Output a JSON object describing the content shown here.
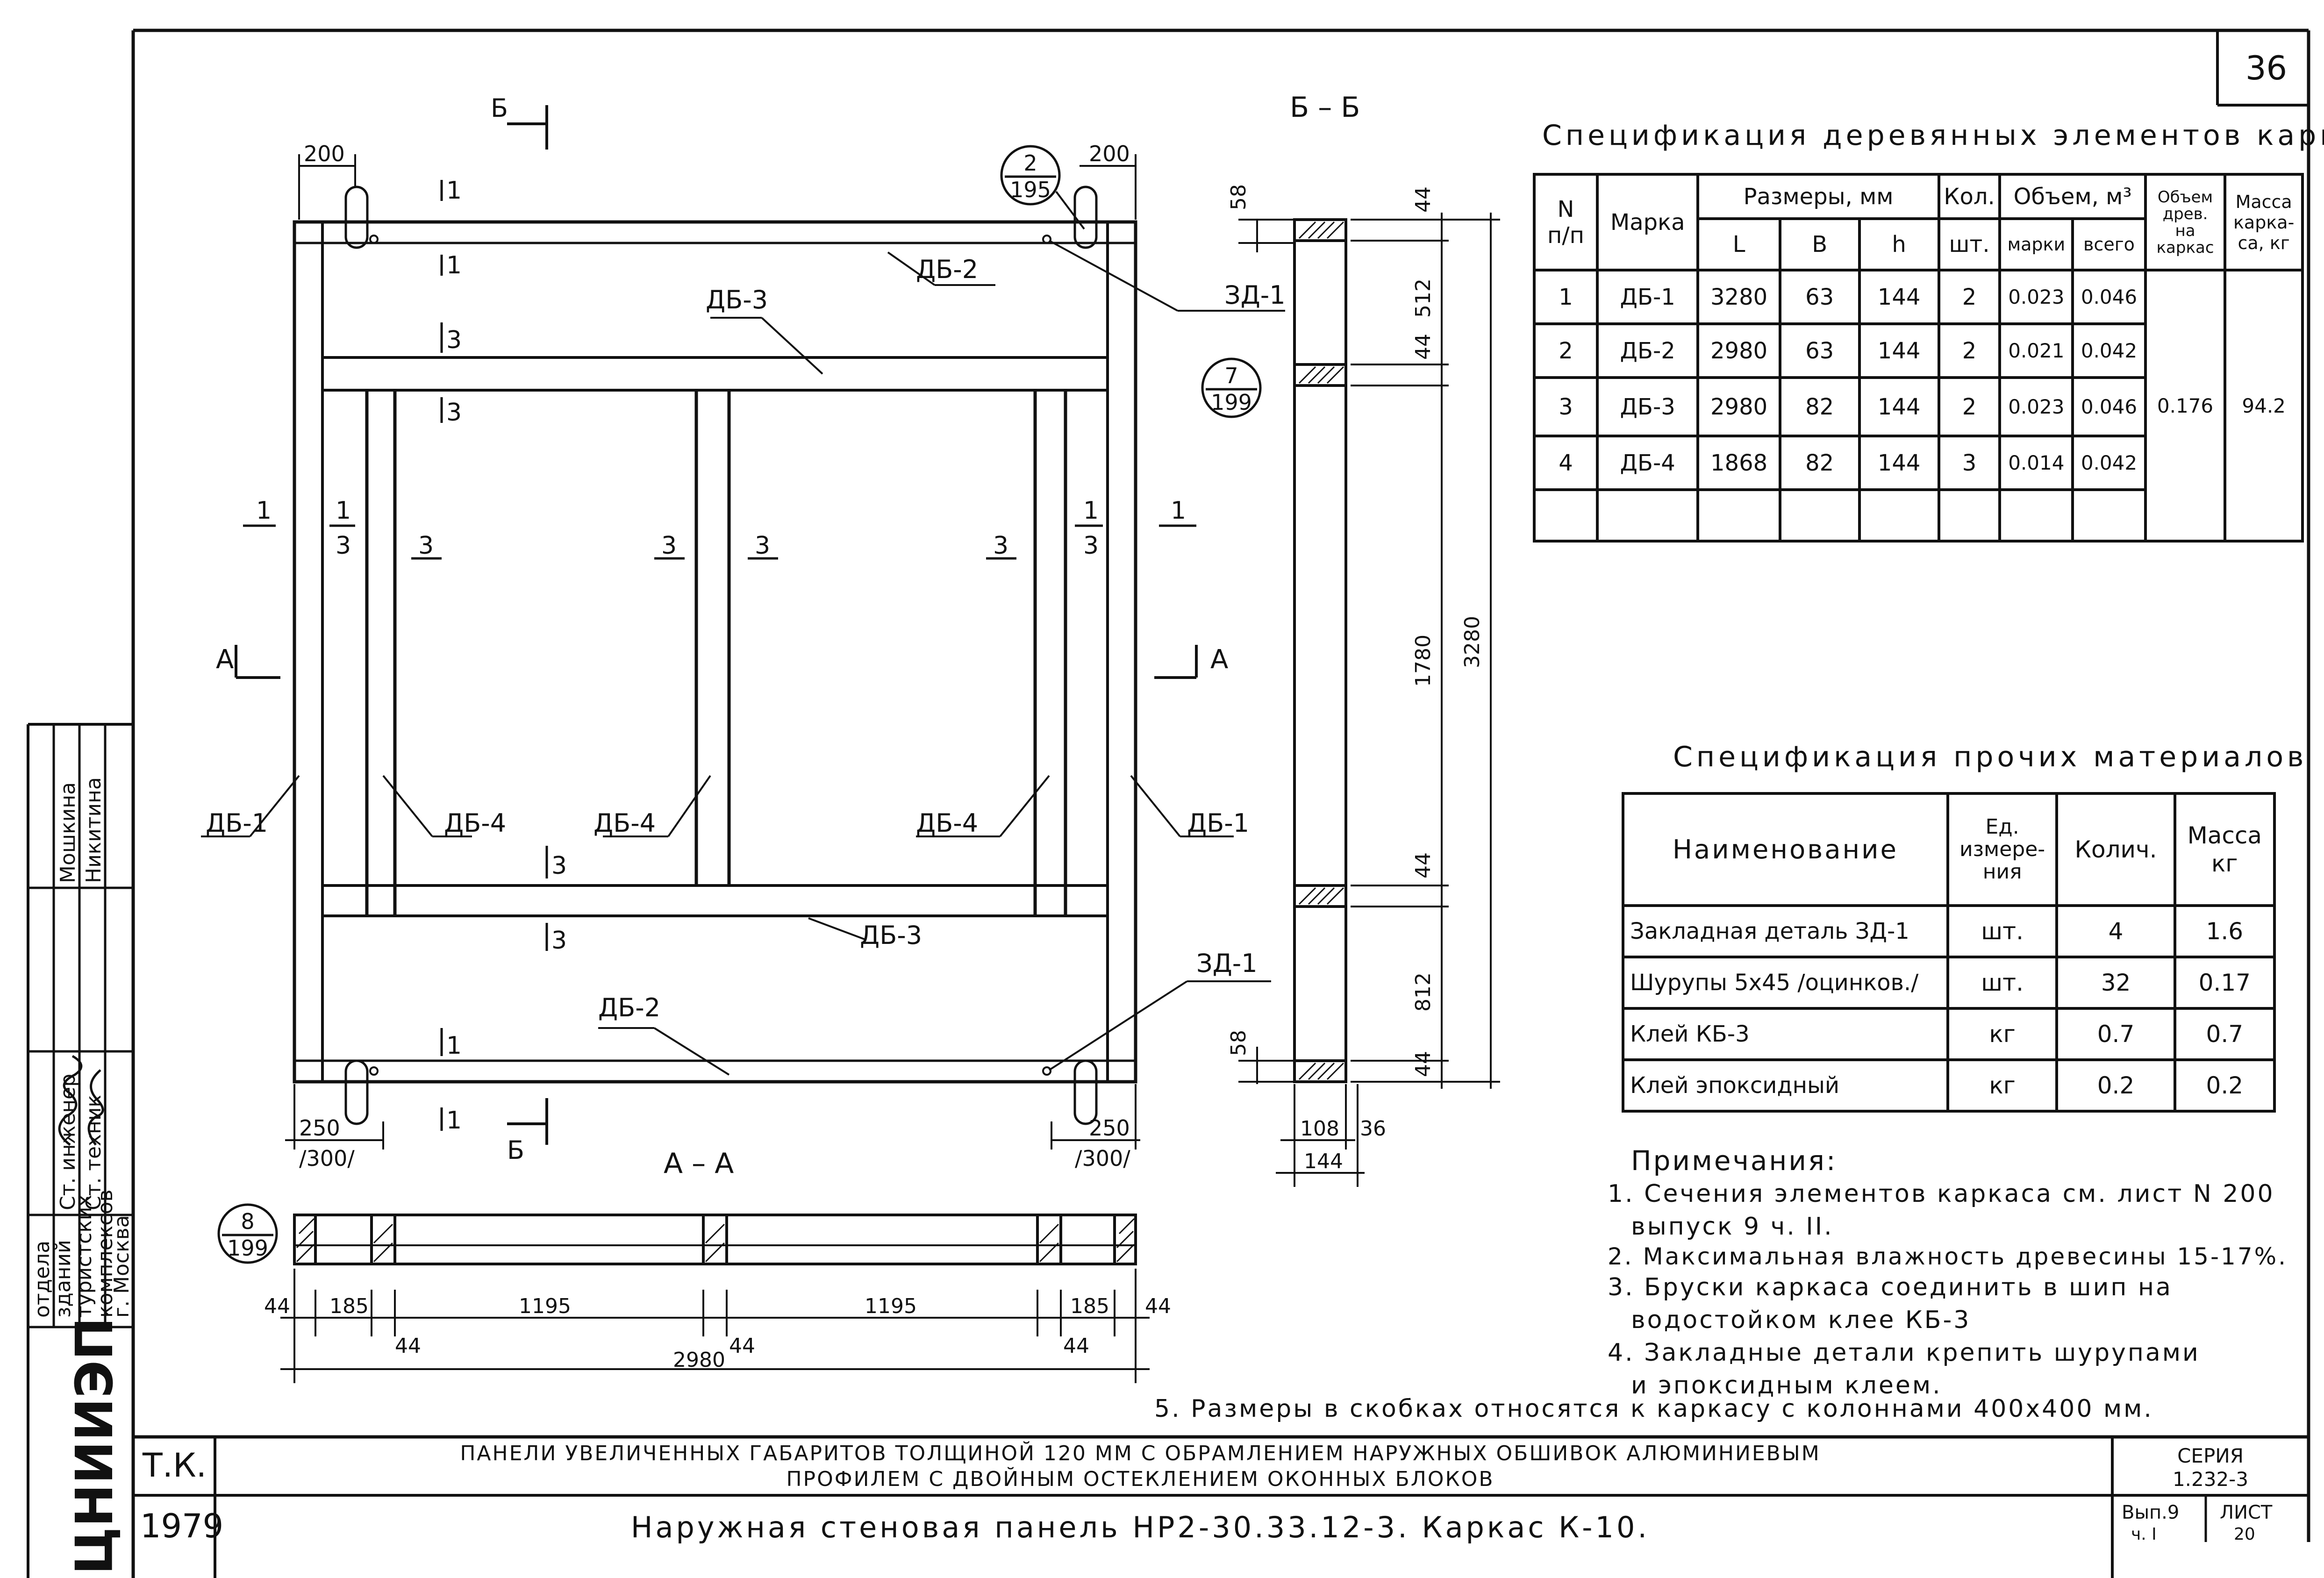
{
  "sheet": {
    "number": "36",
    "series_label": "СЕРИЯ",
    "series": "1.232-3",
    "issue": "Вып.9",
    "issue_part": "ч. I",
    "sheet_label": "ЛИСТ",
    "sheet_label2": "20",
    "tk": "Т.К.",
    "year": "1979",
    "title1": "ПАНЕЛИ УВЕЛИЧЕННЫХ ГАБАРИТОВ ТОЛЩИНОЙ 120 ММ С ОБРАМЛЕНИЕМ НАРУЖНЫХ ОБШИВОК АЛЮМИНИЕВЫМ",
    "title2": "ПРОФИЛЕМ С ДВОЙНЫМ ОСТЕКЛЕНИЕМ ОКОННЫХ БЛОКОВ",
    "title3": "Наружная стеновая панель НР2-30.33.12-3. Каркас К-10."
  },
  "stamp": {
    "logo": "ЦНИИЭП",
    "org1": "отдела",
    "org2": "зданий",
    "org3": "туристских",
    "org4": "комплексов",
    "org5": "г. Москва",
    "role1": "Ст. инженер",
    "role2": "Ст. техник",
    "name1": "Мошкина",
    "name2": "Никитина"
  },
  "wood_spec": {
    "title": "Спецификация деревянных элементов каркаса",
    "headers": {
      "n": "N",
      "n2": "п/п",
      "mark": "Марка",
      "dims": "Размеры, мм",
      "l": "L",
      "b": "B",
      "h": "h",
      "qty": "Кол.",
      "qty_unit": "шт.",
      "vol": "Объем, м³",
      "vol_mark": "марки",
      "vol_total": "всего",
      "vol_wood1": "Объем",
      "vol_wood2": "древ.",
      "vol_wood3": "на",
      "vol_wood4": "каркас",
      "mass1": "Масса",
      "mass2": "карка-",
      "mass3": "са, кг"
    },
    "rows": [
      {
        "n": "1",
        "mark": "ДБ-1",
        "l": "3280",
        "b": "63",
        "h": "144",
        "qty": "2",
        "vm": "0.023",
        "vt": "0.046"
      },
      {
        "n": "2",
        "mark": "ДБ-2",
        "l": "2980",
        "b": "63",
        "h": "144",
        "qty": "2",
        "vm": "0.021",
        "vt": "0.042"
      },
      {
        "n": "3",
        "mark": "ДБ-3",
        "l": "2980",
        "b": "82",
        "h": "144",
        "qty": "2",
        "vm": "0.023",
        "vt": "0.046"
      },
      {
        "n": "4",
        "mark": "ДБ-4",
        "l": "1868",
        "b": "82",
        "h": "144",
        "qty": "3",
        "vm": "0.014",
        "vt": "0.042"
      }
    ],
    "total_volume": "0.176",
    "total_mass": "94.2"
  },
  "other_spec": {
    "title": "Спецификация прочих материалов",
    "headers": {
      "name": "Наименование",
      "unit1": "Ед.",
      "unit2": "измере-",
      "unit3": "ния",
      "qty": "Колич.",
      "mass1": "Масса",
      "mass2": "кг"
    },
    "rows": [
      {
        "name": "Закладная деталь ЗД-1",
        "unit": "шт.",
        "qty": "4",
        "mass": "1.6"
      },
      {
        "name": "Шурупы 5х45 /оцинков./",
        "unit": "шт.",
        "qty": "32",
        "mass": "0.17"
      },
      {
        "name": "Клей КБ-3",
        "unit": "кг",
        "qty": "0.7",
        "mass": "0.7"
      },
      {
        "name": "Клей эпоксидный",
        "unit": "кг",
        "qty": "0.2",
        "mass": "0.2"
      }
    ]
  },
  "notes": {
    "title": "Примечания:",
    "lines": [
      "1. Сечения элементов каркаса см. лист N 200",
      "выпуск 9 ч. II.",
      "2. Максимальная влажность древесины 15-17%.",
      "3. Бруски каркаса соединить в шип на",
      "водостойком клее КБ-3",
      "4. Закладные детали крепить шурупами",
      "и эпоксидным клеем.",
      "5. Размеры в скобках относятся к каркасу с колоннами 400х400 мм."
    ]
  },
  "drawing": {
    "section_bb": "Б – Б",
    "section_aa": "А – А",
    "cut_b": "Б",
    "cut_a": "А",
    "labels": {
      "db1": "ДБ-1",
      "db2": "ДБ-2",
      "db3": "ДБ-3",
      "db4": "ДБ-4",
      "zd1": "ЗД-1",
      "s1": "1",
      "s3": "3"
    },
    "bubbles": [
      {
        "top": "2",
        "bottom": "195"
      },
      {
        "top": "7",
        "bottom": "199"
      },
      {
        "top": "8",
        "bottom": "199"
      }
    ],
    "dims_plan": {
      "d200": "200",
      "d250": "250",
      "d300": "/300/"
    },
    "dims_bb": {
      "d44": "44",
      "d58": "58",
      "d512": "512",
      "d1780": "1780",
      "d3280": "3280",
      "d812": "812",
      "d108": "108",
      "d36": "36",
      "d144": "144"
    },
    "dims_aa": {
      "d44": "44",
      "d185": "185",
      "d1195": "1195",
      "d2980": "2980"
    }
  }
}
